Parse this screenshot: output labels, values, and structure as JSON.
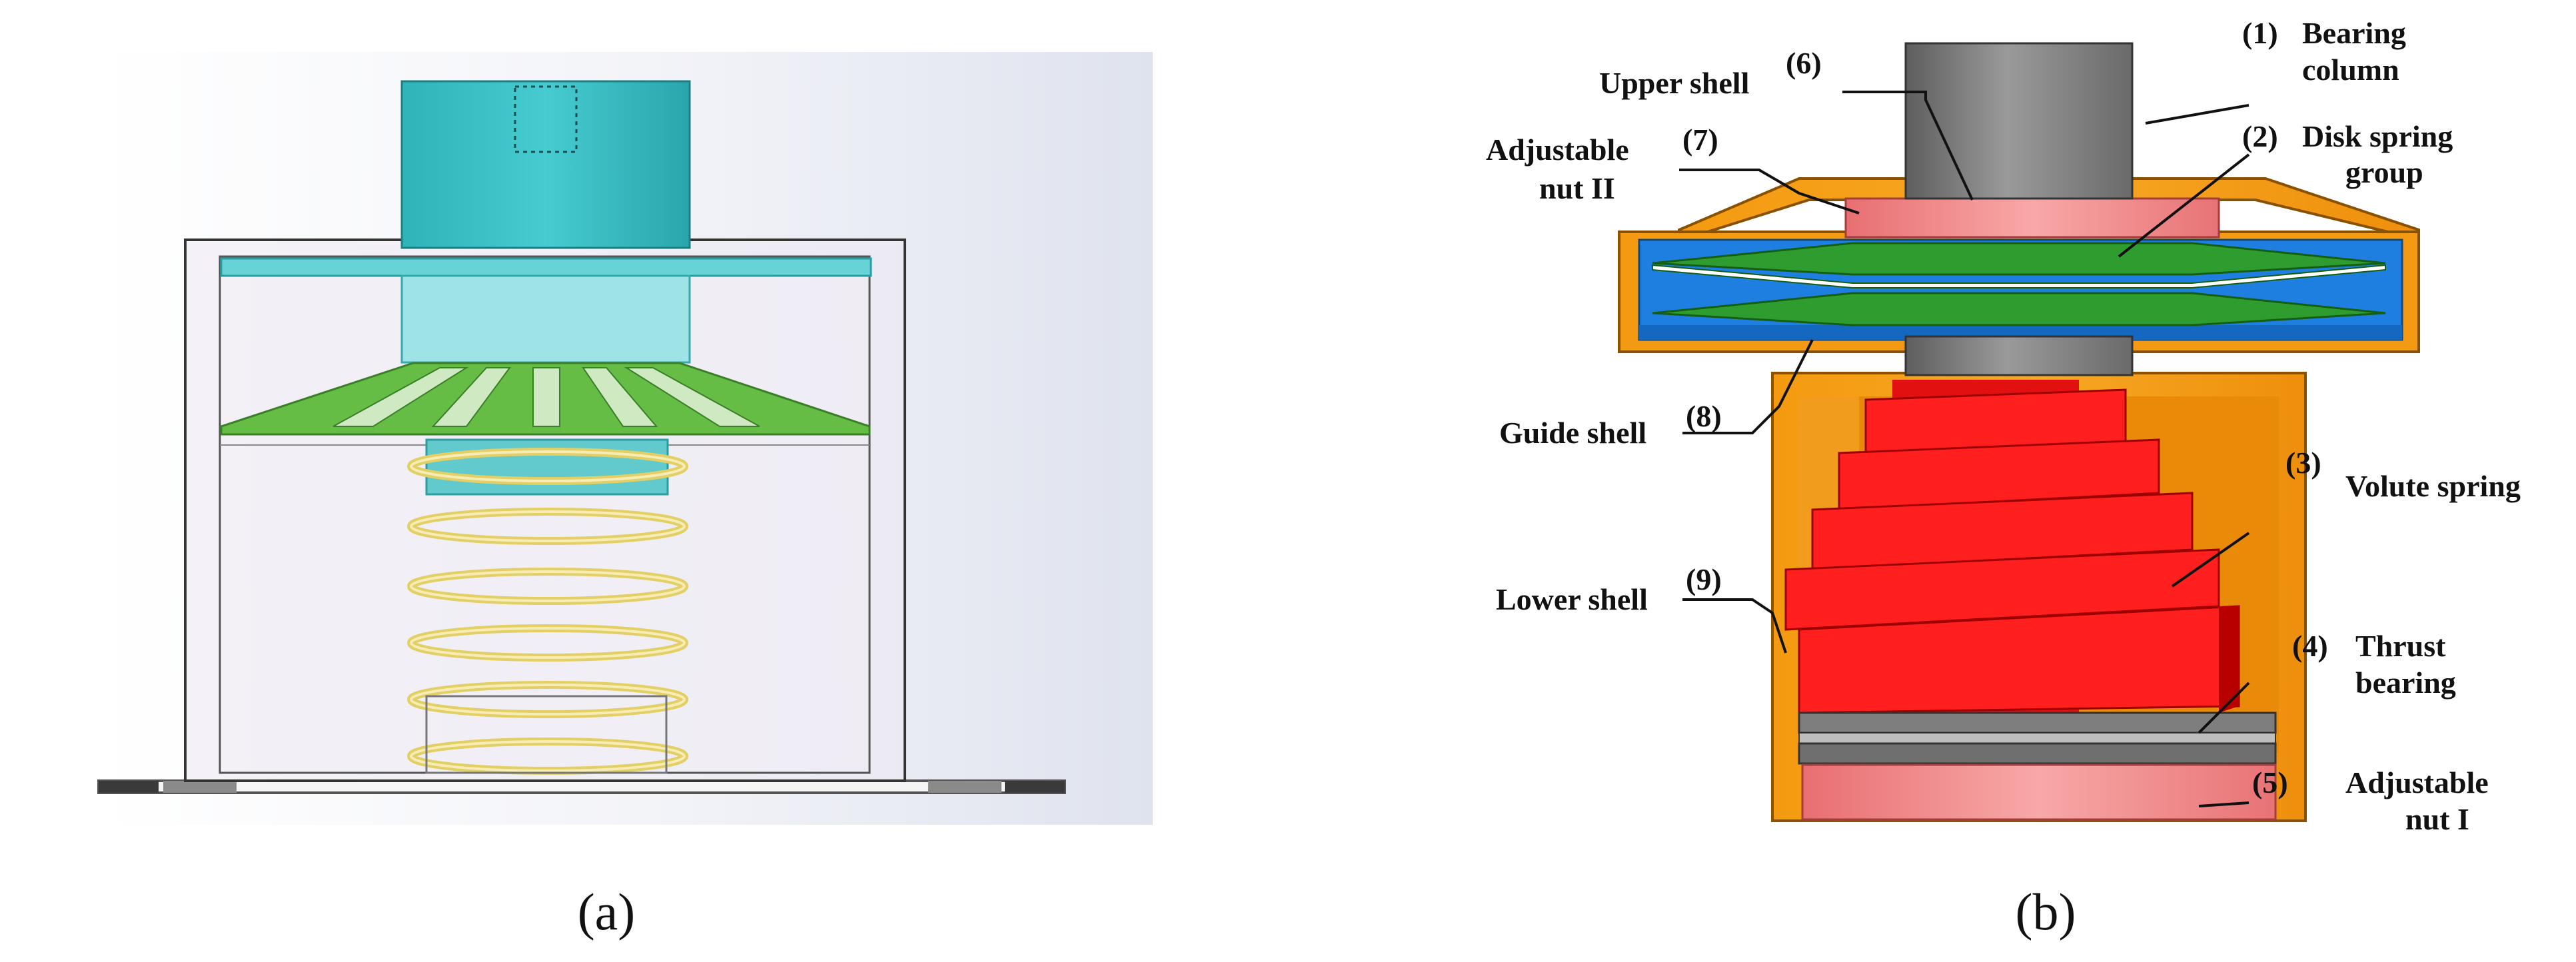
{
  "panel_a": {
    "caption": "(a)"
  },
  "panel_b": {
    "caption": "(b)",
    "labels": {
      "bearing_column": {
        "num": "(1)",
        "line1": "Bearing",
        "line2": "column"
      },
      "disk_spring_group": {
        "num": "(2)",
        "line1": "Disk spring",
        "line2": "group"
      },
      "volute_spring": {
        "num": "(3)",
        "line1": "Volute spring"
      },
      "thrust_bearing": {
        "num": "(4)",
        "line1": "Thrust",
        "line2": "bearing"
      },
      "adjustable_nut_1": {
        "num": "(5)",
        "line1": "Adjustable",
        "line2": "nut I"
      },
      "upper_shell": {
        "num": "(6)",
        "line1": "Upper shell"
      },
      "adjustable_nut_2": {
        "num": "(7)",
        "line1": "Adjustable",
        "line2": "nut II"
      },
      "guide_shell": {
        "num": "(8)",
        "line1": "Guide shell"
      },
      "lower_shell": {
        "num": "(9)",
        "line1": "Lower shell"
      }
    }
  },
  "colors": {
    "bearing_column": "#8c8c8c",
    "disk_spring": "#2e9c2e",
    "volute_spring": "#ff1a1a",
    "thrust_bearing": "#8a8a8a",
    "adjustable_nut": "#f38a8a",
    "shell": "#f59b14",
    "guide_shell": "#1e7fe0",
    "cad_teal": "#3cc4c8",
    "cad_green": "#6bc24a",
    "cad_spring": "#f0e08a"
  }
}
